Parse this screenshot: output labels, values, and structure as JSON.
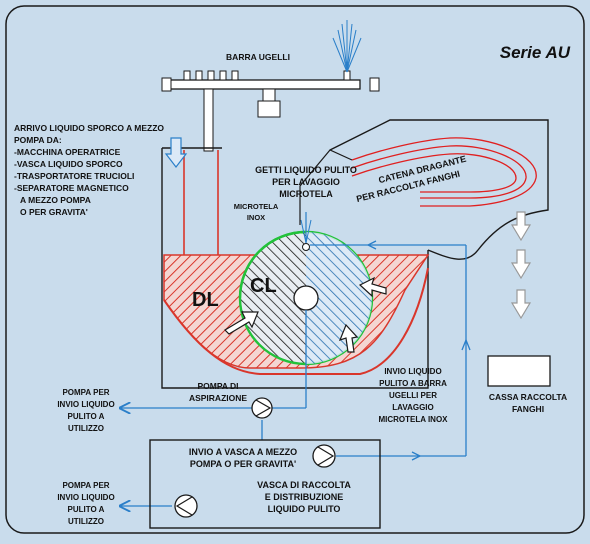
{
  "series_title": "Serie AU",
  "labels": {
    "barra_ugelli": "BARRA UGELLI",
    "arrivo_lines": [
      "ARRIVO LIQUIDO SPORCO A MEZZO",
      "POMPA DA:",
      "-MACCHINA OPERATRICE",
      "-VASCA LIQUIDO SPORCO",
      "-TRASPORTATORE TRUCIOLI",
      "-SEPARATORE MAGNETICO",
      "A MEZZO POMPA",
      "O PER GRAVITA'"
    ],
    "getti_lines": [
      "GETTI LIQUIDO PULITO",
      "PER LAVAGGIO",
      "MICROTELA"
    ],
    "microtela_lines": [
      "MICROTELA",
      "INOX"
    ],
    "catena_lines": [
      "CATENA DRAGANTE",
      "PER RACCOLTA FANGHI"
    ],
    "dl": "DL",
    "cl": "CL",
    "invio_barra_lines": [
      "INVIO LIQUIDO",
      "PULITO A BARRA",
      "UGELLI PER",
      "LAVAGGIO",
      "MICROTELA INOX"
    ],
    "cassa_lines": [
      "CASSA RACCOLTA",
      "FANGHI"
    ],
    "pompa_aspirazione_lines": [
      "POMPA DI",
      "ASPIRAZIONE"
    ],
    "pompa_invio_1_lines": [
      "POMPA PER",
      "INVIO LIQUIDO",
      "PULITO A",
      "UTILIZZO"
    ],
    "pompa_invio_2_lines": [
      "POMPA PER",
      "INVIO LIQUIDO",
      "PULITO A",
      "UTILIZZO"
    ],
    "invio_vasca_lines": [
      "INVIO A VASCA A MEZZO",
      "POMPA O PER GRAVITA'"
    ],
    "vasca_raccolta_lines": [
      "VASCA DI RACCOLTA",
      "E DISTRIBUZIONE",
      "LIQUIDO PULITO"
    ]
  },
  "colors": {
    "background": "#c9dcec",
    "frame": "#1a1a1a",
    "dirty_liquid": "#d9362b",
    "clean_liquid": "#2a7fc9",
    "screen": "#22c23a",
    "pipe": "#2a7fc9",
    "chain": "#e02020"
  }
}
